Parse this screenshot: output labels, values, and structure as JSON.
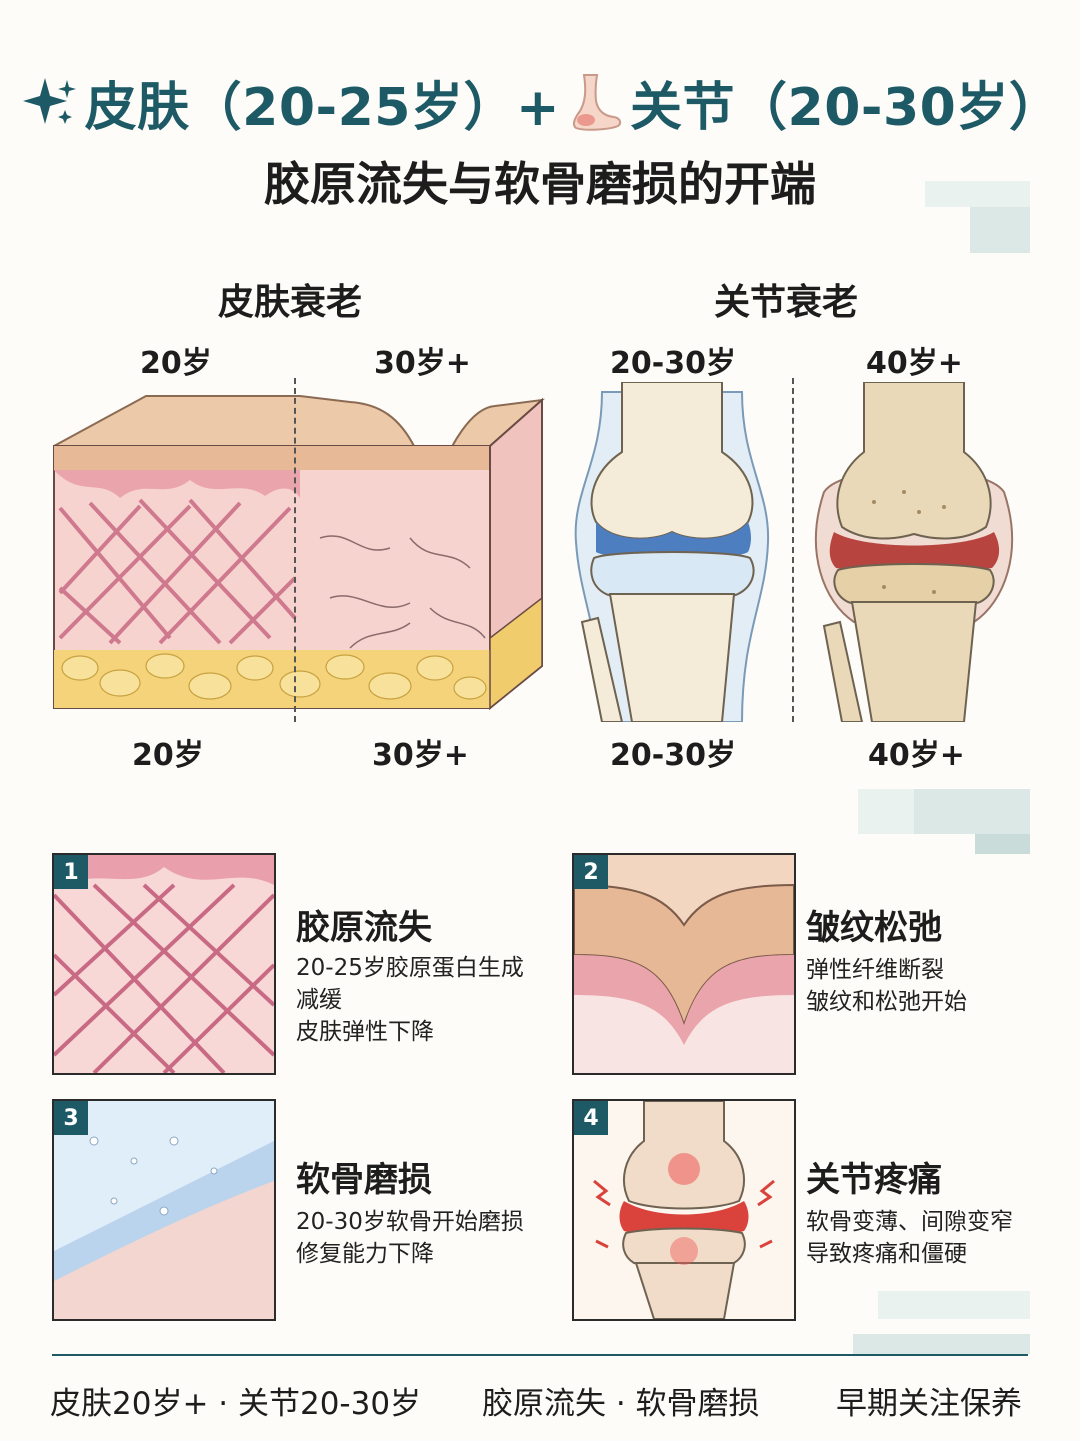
{
  "header": {
    "title_part1": "皮肤（20-25岁）+",
    "title_part2": "关节（20-30岁）",
    "subtitle": "胶原流失与软骨磨损的开端",
    "sparkle_icon": "sparkle-icon",
    "foot_icon": "foot-icon",
    "accent_color": "#1d5a66"
  },
  "skin": {
    "heading": "皮肤衰老",
    "top_left": "20岁",
    "top_right": "30岁+",
    "bottom_left": "20岁",
    "bottom_right": "30岁+"
  },
  "joint": {
    "heading": "关节衰老",
    "top_left": "20-30岁",
    "top_right": "40岁+",
    "bottom_left": "20-30岁",
    "bottom_right": "40岁+"
  },
  "cards": [
    {
      "num": "1",
      "title": "胶原流失",
      "line1": "20-25岁胶原蛋白生成",
      "line2": "减缓",
      "line3": "皮肤弹性下降"
    },
    {
      "num": "2",
      "title": "皱纹松弛",
      "line1": "弹性纤维断裂",
      "line2": "皱纹和松弛开始"
    },
    {
      "num": "3",
      "title": "软骨磨损",
      "line1": "20-30岁软骨开始磨损",
      "line2": "修复能力下降"
    },
    {
      "num": "4",
      "title": "关节疼痛",
      "line1": "软骨变薄、间隙变窄",
      "line2": "导致疼痛和僵硬"
    }
  ],
  "footer": {
    "left": "皮肤20岁+ · 关节20-30岁",
    "middle": "胶原流失 · 软骨磨损",
    "right": "早期关注保养"
  }
}
